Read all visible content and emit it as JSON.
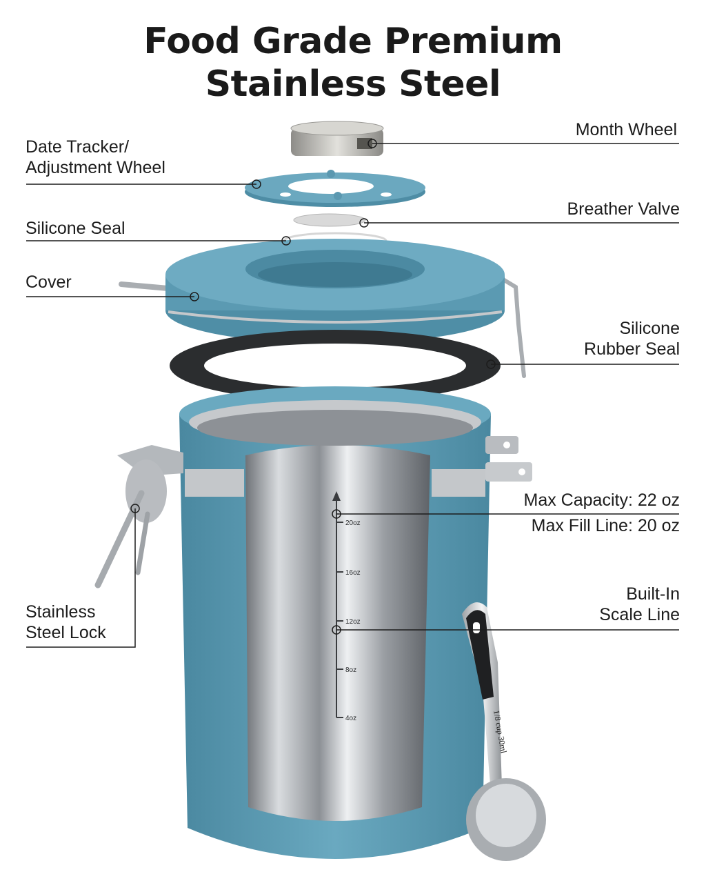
{
  "title": {
    "line1": "Food Grade Premium",
    "line2": "Stainless Steel"
  },
  "labels": {
    "month_wheel": "Month Wheel",
    "date_tracker_line1": "Date Tracker/",
    "date_tracker_line2": "Adjustment Wheel",
    "breather_valve": "Breather Valve",
    "silicone_seal": "Silicone Seal",
    "cover": "Cover",
    "rubber_seal_line1": "Silicone",
    "rubber_seal_line2": "Rubber Seal",
    "max_capacity": "Max Capacity: 22 oz",
    "max_fill": "Max Fill Line: 20 oz",
    "scale_line1": "Built-In",
    "scale_line2": "Scale Line",
    "lock_line1": "Stainless",
    "lock_line2": "Steel Lock"
  },
  "scale_marks": [
    "20oz",
    "16oz",
    "12oz",
    "8oz",
    "4oz"
  ],
  "scoop_text": "1/8 cup 30ml",
  "colors": {
    "canister_blue": "#5d9db5",
    "steel": "#b9bcc0",
    "seal_dark": "#2b2d2f",
    "text": "#1c1c1c"
  }
}
